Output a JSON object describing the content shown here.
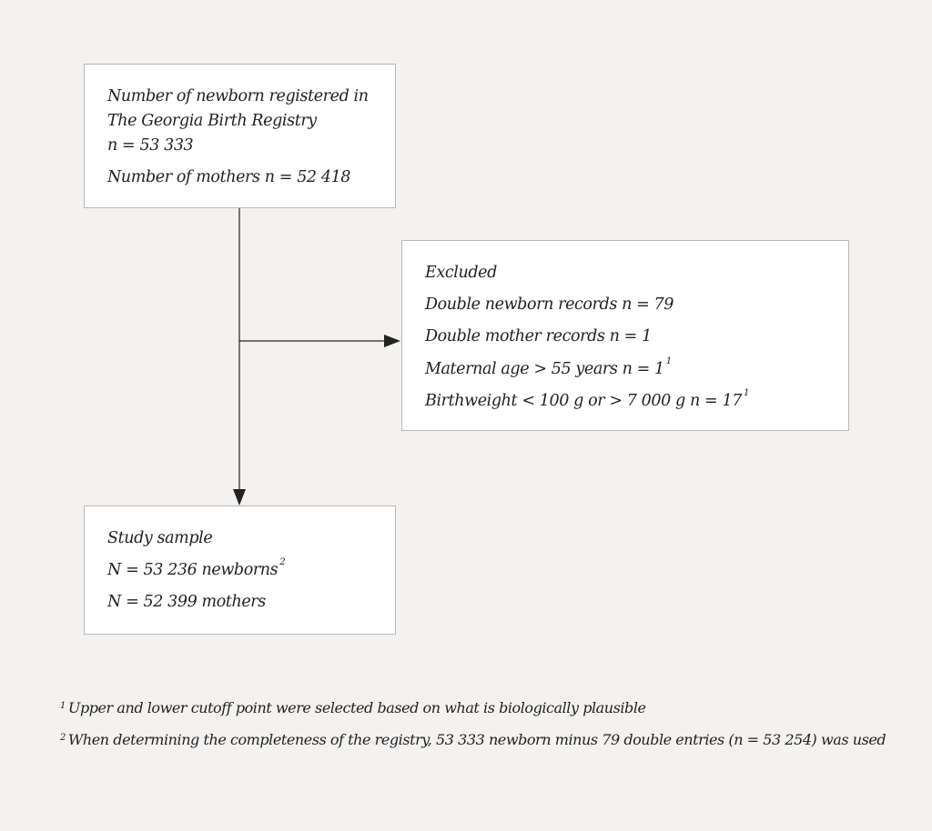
{
  "registry": {
    "line1": "Number of newborn registered in",
    "line2": "The Georgia Birth Registry",
    "line3": "n = 53 333",
    "line4": "Number of mothers n = 52 418"
  },
  "excluded": {
    "title": "Excluded",
    "item1": "Double newborn records n = 79",
    "item2": "Double mother records n = 1",
    "item3": "Maternal age > 55 years n = 1",
    "item3_note": "1",
    "item4": "Birthweight < 100 g or > 7 000 g n = 17",
    "item4_note": "1"
  },
  "study": {
    "title": "Study sample",
    "newborns": "N = 53 236 newborns",
    "newborns_note": "2",
    "mothers": "N = 52 399 mothers"
  },
  "footnotes": [
    {
      "mark": "1",
      "text": "Upper and lower cutoff point were selected based on what is biologically plausible"
    },
    {
      "mark": "2",
      "text": "When determining the completeness of the registry, 53 333 newborn minus 79 double entries (n = 53 254) was used"
    }
  ],
  "colors": {
    "background": "#f3f2f1",
    "box_fill": "#ffffff",
    "box_border": "#b9b9b9",
    "arrow": "#222222"
  }
}
